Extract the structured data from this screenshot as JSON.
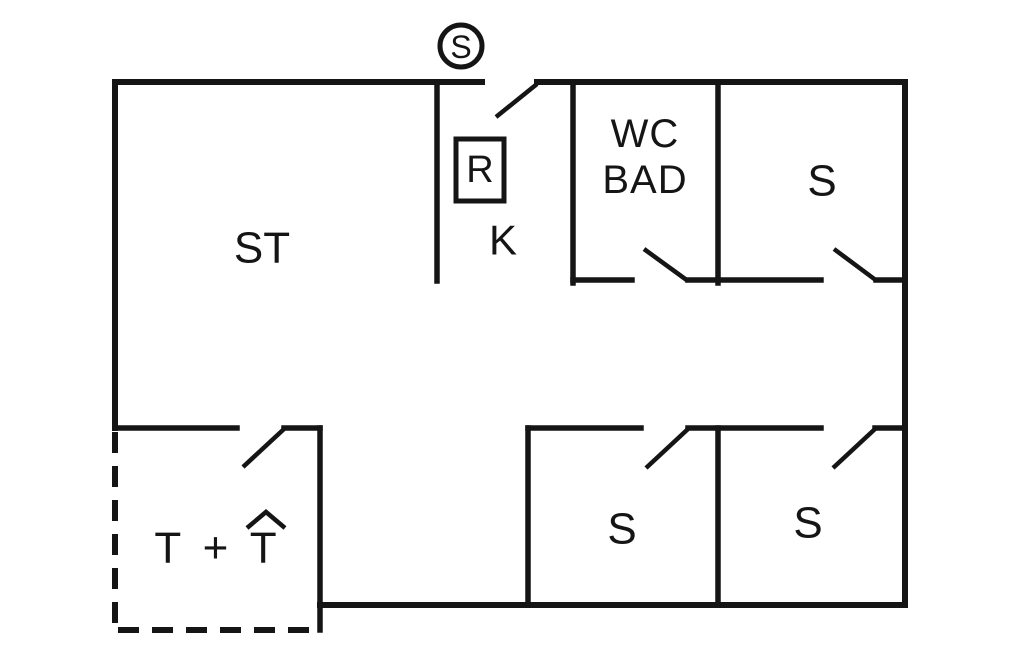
{
  "colors": {
    "background": "#ffffff",
    "line": "#151515"
  },
  "symbols": {
    "top_circle": "S",
    "appliance_box": "R"
  },
  "rooms": {
    "living": "ST",
    "kitchen": "K",
    "bath_line1": "WC",
    "bath_line2": "BAD",
    "bedroom_top_right": "S",
    "bedroom_bottom_middle": "S",
    "bedroom_bottom_right": "S",
    "terrace": "T + T"
  }
}
